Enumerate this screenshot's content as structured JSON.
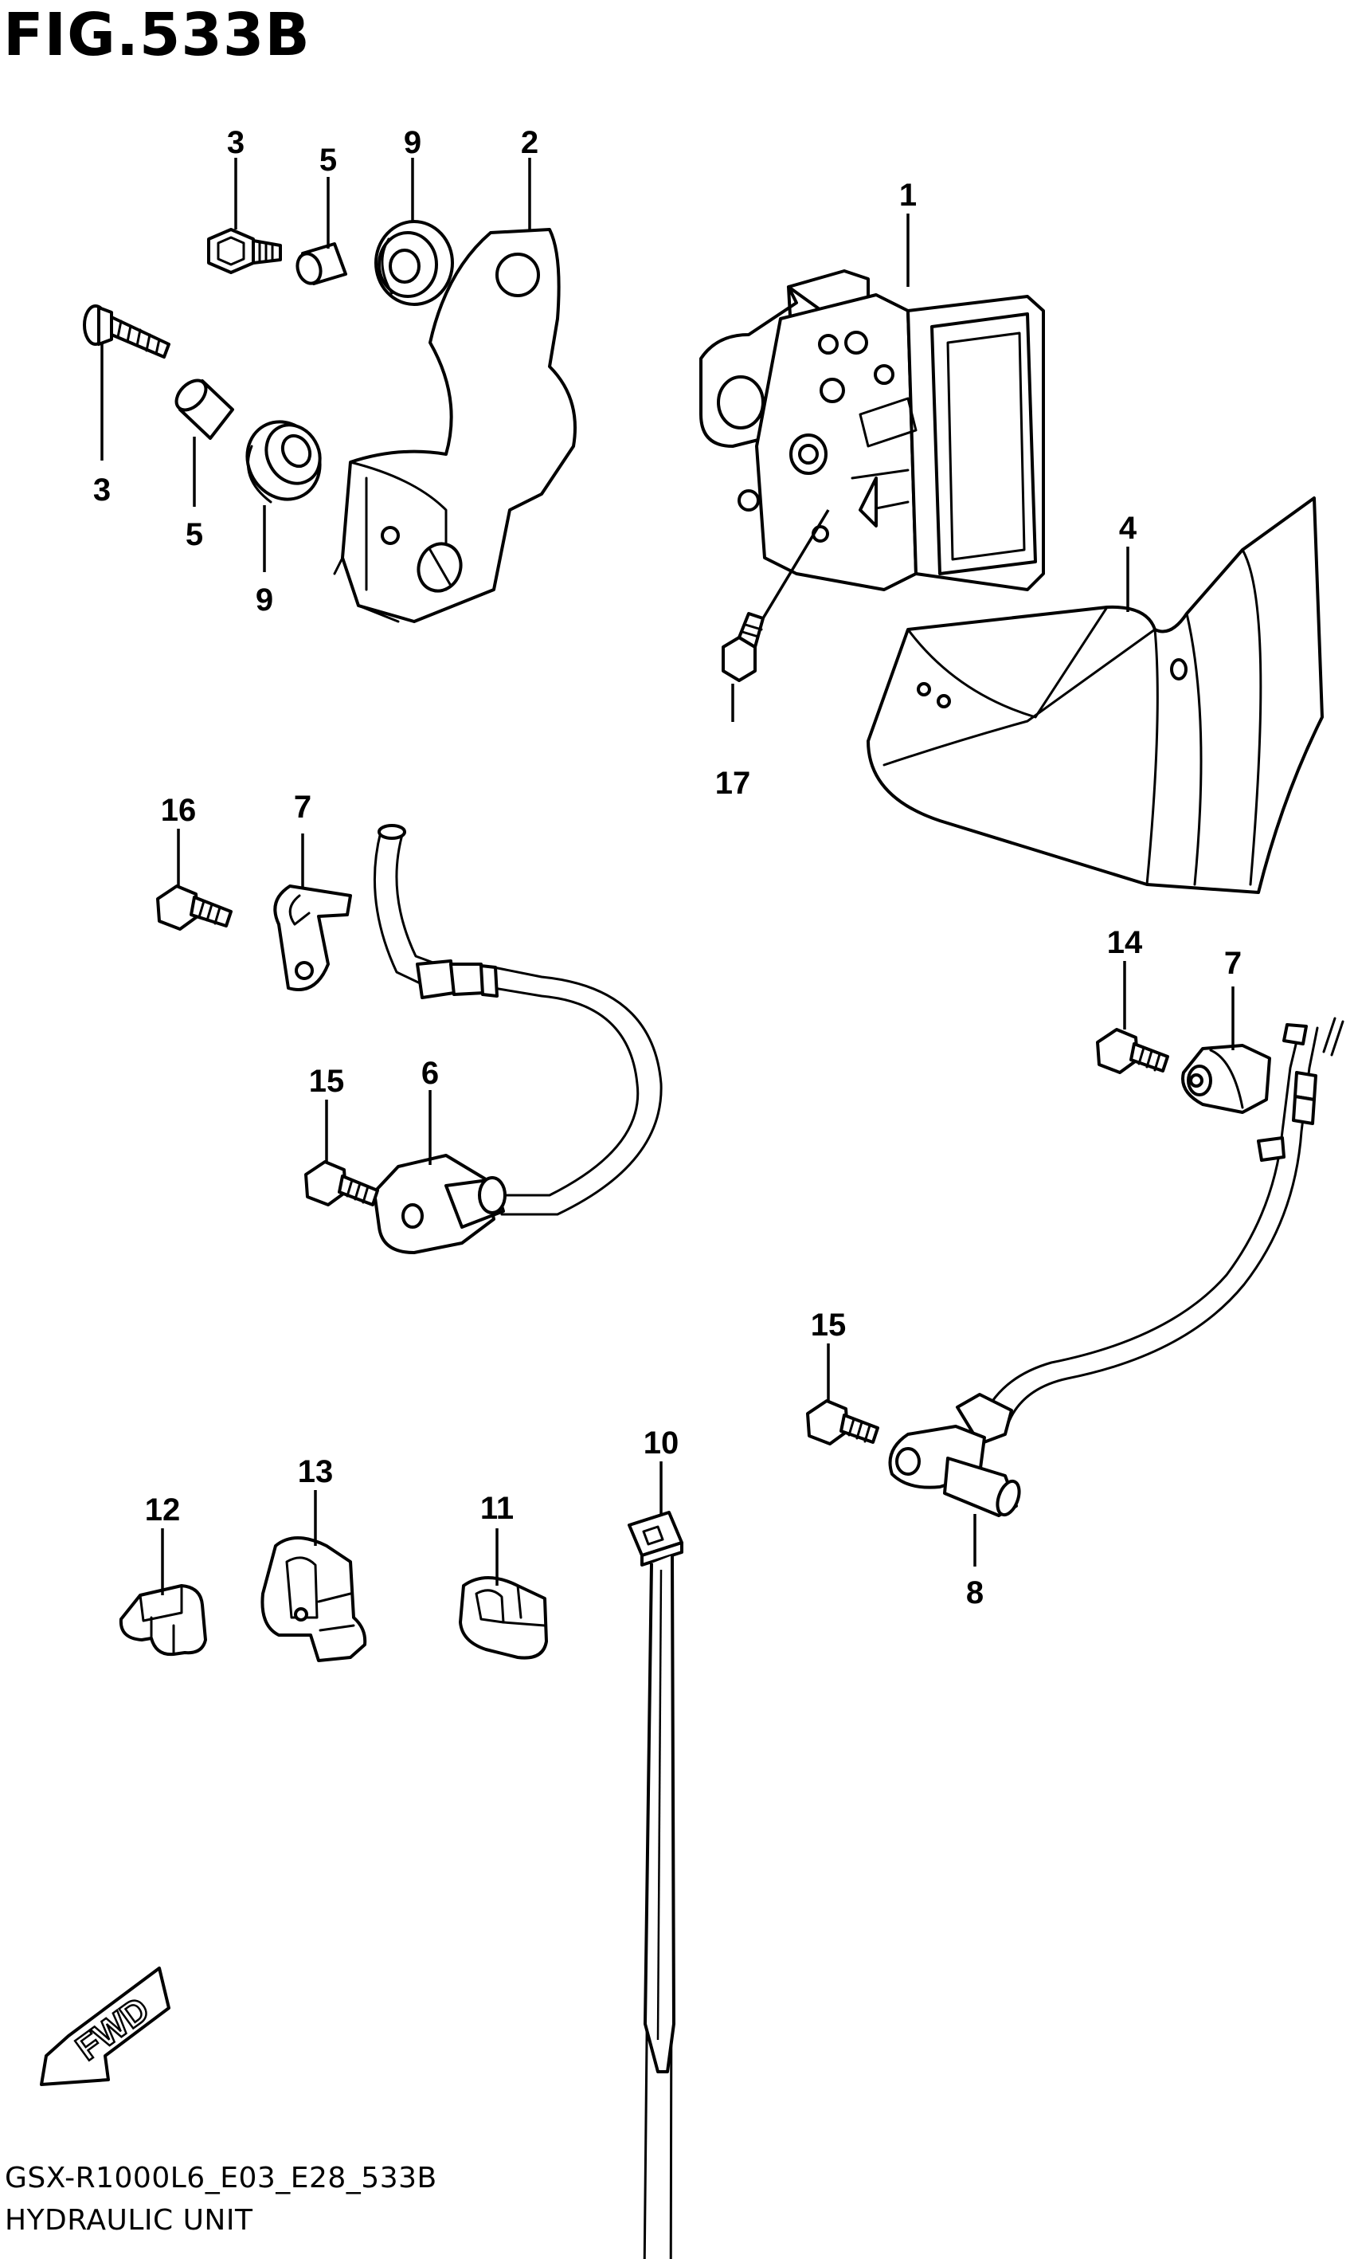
{
  "figure": {
    "title": "FIG.533B",
    "model_code": "GSX-R1000L6_E03_E28_533B",
    "section_name": "HYDRAULIC UNIT",
    "fwd_label": "FWD"
  },
  "callouts": [
    {
      "id": "c1",
      "label": "1"
    },
    {
      "id": "c2",
      "label": "2"
    },
    {
      "id": "c3a",
      "label": "3"
    },
    {
      "id": "c3b",
      "label": "3"
    },
    {
      "id": "c4",
      "label": "4"
    },
    {
      "id": "c5a",
      "label": "5"
    },
    {
      "id": "c5b",
      "label": "5"
    },
    {
      "id": "c6",
      "label": "6"
    },
    {
      "id": "c7a",
      "label": "7"
    },
    {
      "id": "c7b",
      "label": "7"
    },
    {
      "id": "c8",
      "label": "8"
    },
    {
      "id": "c9a",
      "label": "9"
    },
    {
      "id": "c9b",
      "label": "9"
    },
    {
      "id": "c10",
      "label": "10"
    },
    {
      "id": "c11",
      "label": "11"
    },
    {
      "id": "c12",
      "label": "12"
    },
    {
      "id": "c13",
      "label": "13"
    },
    {
      "id": "c14",
      "label": "14"
    },
    {
      "id": "c15a",
      "label": "15"
    },
    {
      "id": "c15b",
      "label": "15"
    },
    {
      "id": "c16",
      "label": "16"
    },
    {
      "id": "c17",
      "label": "17"
    }
  ]
}
